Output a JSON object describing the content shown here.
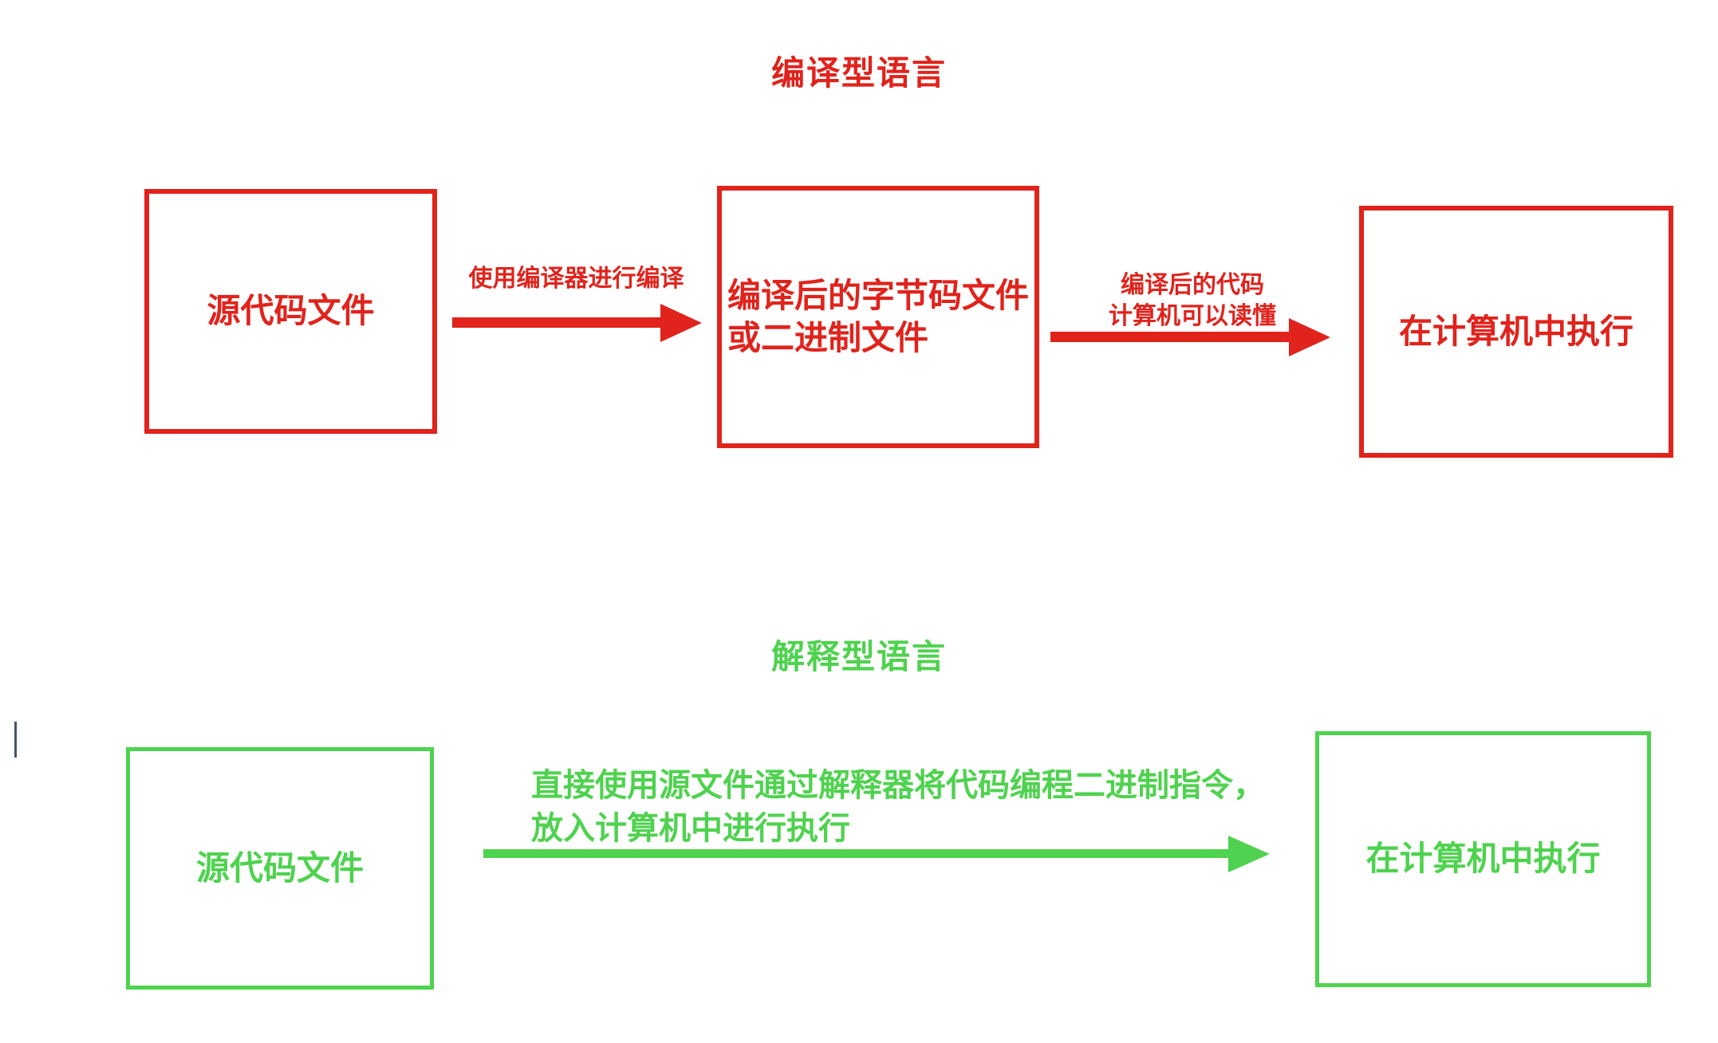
{
  "palette": {
    "red": "#e0231c",
    "green": "#4fd24f",
    "cursor_bar": "#44546a",
    "background": "#ffffff"
  },
  "compiled_section": {
    "title": "编译型语言",
    "source_box": {
      "label": "源代码文件"
    },
    "bytecode_box": {
      "label_line1": "编译后的字节码文件",
      "label_line2": "或二进制文件"
    },
    "execute_box": {
      "label": "在计算机中执行"
    },
    "arrow1": {
      "label": "使用编译器进行编译"
    },
    "arrow2": {
      "label_line1": "编译后的代码",
      "label_line2": "计算机可以读懂"
    }
  },
  "interpreted_section": {
    "title": "解释型语言",
    "source_box": {
      "label": "源代码文件"
    },
    "execute_box": {
      "label": "在计算机中执行"
    },
    "arrow": {
      "label_line1": "直接使用源文件通过解释器将代码编程二进制指令，",
      "label_line2": "放入计算机中进行执行"
    }
  }
}
